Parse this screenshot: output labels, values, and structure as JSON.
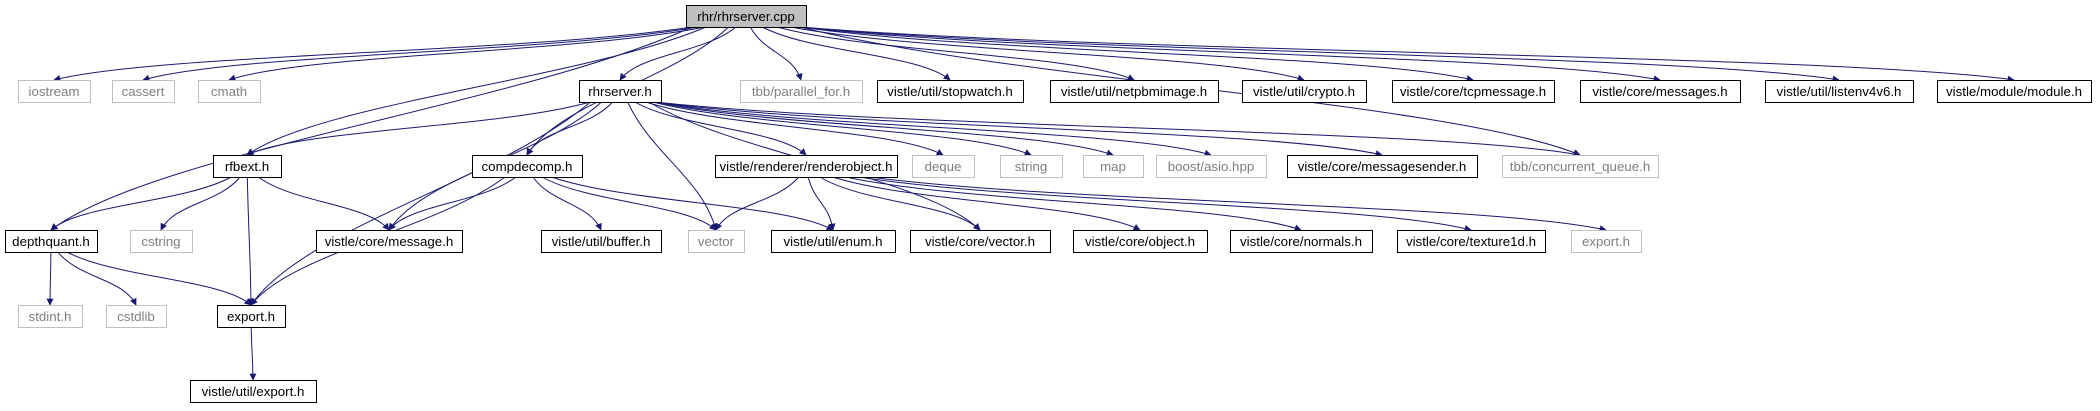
{
  "diagram": {
    "title": "rhr/rhrserver.cpp",
    "colors": {
      "edge": "#191970",
      "root_fill": "#bfbfbf",
      "documented_border": "#000000",
      "external_border": "#bfbfbf",
      "external_text": "#7f7f7f"
    },
    "nodes": [
      {
        "id": "rhrserver_cpp",
        "label": "rhr/rhrserver.cpp",
        "kind": "root"
      },
      {
        "id": "iostream",
        "label": "iostream",
        "kind": "external"
      },
      {
        "id": "cassert",
        "label": "cassert",
        "kind": "external"
      },
      {
        "id": "cmath",
        "label": "cmath",
        "kind": "external"
      },
      {
        "id": "rhrserver_h",
        "label": "rhrserver.h",
        "kind": "documented"
      },
      {
        "id": "parallel_for",
        "label": "tbb/parallel_for.h",
        "kind": "external"
      },
      {
        "id": "stopwatch",
        "label": "vistle/util/stopwatch.h",
        "kind": "documented"
      },
      {
        "id": "netpbm",
        "label": "vistle/util/netpbmimage.h",
        "kind": "documented"
      },
      {
        "id": "crypto",
        "label": "vistle/util/crypto.h",
        "kind": "documented"
      },
      {
        "id": "tcpmessage",
        "label": "vistle/core/tcpmessage.h",
        "kind": "documented"
      },
      {
        "id": "messages",
        "label": "vistle/core/messages.h",
        "kind": "documented"
      },
      {
        "id": "listenv4v6",
        "label": "vistle/util/listenv4v6.h",
        "kind": "documented"
      },
      {
        "id": "module",
        "label": "vistle/module/module.h",
        "kind": "documented"
      },
      {
        "id": "rfbext",
        "label": "rfbext.h",
        "kind": "documented"
      },
      {
        "id": "compdecomp",
        "label": "compdecomp.h",
        "kind": "documented"
      },
      {
        "id": "renderobject",
        "label": "vistle/renderer/renderobject.h",
        "kind": "documented"
      },
      {
        "id": "deque",
        "label": "deque",
        "kind": "external"
      },
      {
        "id": "string",
        "label": "string",
        "kind": "external"
      },
      {
        "id": "map",
        "label": "map",
        "kind": "external"
      },
      {
        "id": "asio",
        "label": "boost/asio.hpp",
        "kind": "external"
      },
      {
        "id": "msgsender",
        "label": "vistle/core/messagesender.h",
        "kind": "documented"
      },
      {
        "id": "concurrent_queue",
        "label": "tbb/concurrent_queue.h",
        "kind": "external"
      },
      {
        "id": "depthquant",
        "label": "depthquant.h",
        "kind": "documented"
      },
      {
        "id": "cstring",
        "label": "cstring",
        "kind": "external"
      },
      {
        "id": "message",
        "label": "vistle/core/message.h",
        "kind": "documented"
      },
      {
        "id": "buffer",
        "label": "vistle/util/buffer.h",
        "kind": "documented"
      },
      {
        "id": "vector",
        "label": "vector",
        "kind": "external"
      },
      {
        "id": "enum",
        "label": "vistle/util/enum.h",
        "kind": "documented"
      },
      {
        "id": "core_vector",
        "label": "vistle/core/vector.h",
        "kind": "documented"
      },
      {
        "id": "object",
        "label": "vistle/core/object.h",
        "kind": "documented"
      },
      {
        "id": "normals",
        "label": "vistle/core/normals.h",
        "kind": "documented"
      },
      {
        "id": "texture1d",
        "label": "vistle/core/texture1d.h",
        "kind": "documented"
      },
      {
        "id": "export_ext",
        "label": "export.h",
        "kind": "external"
      },
      {
        "id": "stdint",
        "label": "stdint.h",
        "kind": "external"
      },
      {
        "id": "cstdlib",
        "label": "cstdlib",
        "kind": "external"
      },
      {
        "id": "export_h",
        "label": "export.h",
        "kind": "documented"
      },
      {
        "id": "util_export",
        "label": "vistle/util/export.h",
        "kind": "documented"
      }
    ],
    "edges": [
      [
        "rhrserver_cpp",
        "iostream"
      ],
      [
        "rhrserver_cpp",
        "cassert"
      ],
      [
        "rhrserver_cpp",
        "cmath"
      ],
      [
        "rhrserver_cpp",
        "rhrserver_h"
      ],
      [
        "rhrserver_cpp",
        "parallel_for"
      ],
      [
        "rhrserver_cpp",
        "stopwatch"
      ],
      [
        "rhrserver_cpp",
        "netpbm"
      ],
      [
        "rhrserver_cpp",
        "crypto"
      ],
      [
        "rhrserver_cpp",
        "tcpmessage"
      ],
      [
        "rhrserver_cpp",
        "messages"
      ],
      [
        "rhrserver_cpp",
        "listenv4v6"
      ],
      [
        "rhrserver_cpp",
        "module"
      ],
      [
        "rhrserver_cpp",
        "rfbext"
      ],
      [
        "rhrserver_cpp",
        "depthquant"
      ],
      [
        "rhrserver_cpp",
        "compdecomp"
      ],
      [
        "rhrserver_cpp",
        "concurrent_queue"
      ],
      [
        "rhrserver_h",
        "rfbext"
      ],
      [
        "rhrserver_h",
        "compdecomp"
      ],
      [
        "rhrserver_h",
        "renderobject"
      ],
      [
        "rhrserver_h",
        "deque"
      ],
      [
        "rhrserver_h",
        "string"
      ],
      [
        "rhrserver_h",
        "map"
      ],
      [
        "rhrserver_h",
        "asio"
      ],
      [
        "rhrserver_h",
        "msgsender"
      ],
      [
        "rhrserver_h",
        "concurrent_queue"
      ],
      [
        "rhrserver_h",
        "message"
      ],
      [
        "rhrserver_h",
        "vector"
      ],
      [
        "rhrserver_h",
        "export_h"
      ],
      [
        "rhrserver_h",
        "core_vector"
      ],
      [
        "rfbext",
        "depthquant"
      ],
      [
        "rfbext",
        "cstring"
      ],
      [
        "rfbext",
        "message"
      ],
      [
        "rfbext",
        "export_h"
      ],
      [
        "compdecomp",
        "message"
      ],
      [
        "compdecomp",
        "buffer"
      ],
      [
        "compdecomp",
        "vector"
      ],
      [
        "compdecomp",
        "enum"
      ],
      [
        "compdecomp",
        "export_h"
      ],
      [
        "renderobject",
        "vector"
      ],
      [
        "renderobject",
        "enum"
      ],
      [
        "renderobject",
        "core_vector"
      ],
      [
        "renderobject",
        "object"
      ],
      [
        "renderobject",
        "normals"
      ],
      [
        "renderobject",
        "texture1d"
      ],
      [
        "renderobject",
        "export_ext"
      ],
      [
        "depthquant",
        "stdint"
      ],
      [
        "depthquant",
        "cstdlib"
      ],
      [
        "depthquant",
        "export_h"
      ],
      [
        "export_h",
        "util_export"
      ]
    ]
  }
}
